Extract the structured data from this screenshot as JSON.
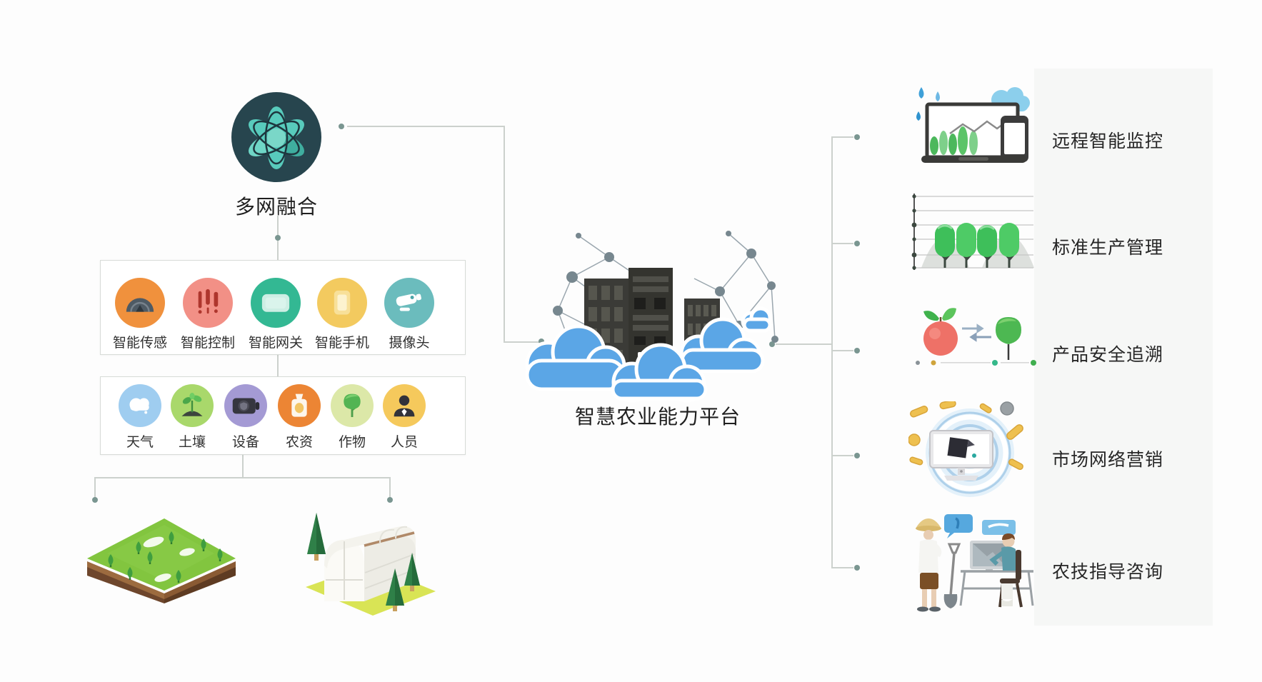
{
  "fusion": {
    "label": "多网融合"
  },
  "platform": {
    "label": "智慧农业能力平台"
  },
  "device_box": {
    "items": [
      {
        "label": "智能传感",
        "icon": "gauge-icon",
        "color": "#f0913d"
      },
      {
        "label": "智能控制",
        "icon": "control-sliders-icon",
        "color": "#f29086"
      },
      {
        "label": "智能网关",
        "icon": "gateway-icon",
        "color": "#33b893"
      },
      {
        "label": "智能手机",
        "icon": "smartphone-icon",
        "color": "#f3ca5f"
      },
      {
        "label": "摄像头",
        "icon": "cctv-camera-icon",
        "color": "#6bbcbd"
      }
    ]
  },
  "data_box": {
    "items": [
      {
        "label": "天气",
        "icon": "weather-cloud-icon",
        "color": "#9fcdf0"
      },
      {
        "label": "土壤",
        "icon": "soil-sprout-icon",
        "color": "#a9d86b"
      },
      {
        "label": "设备",
        "icon": "equipment-case-icon",
        "color": "#a49ad4"
      },
      {
        "label": "农资",
        "icon": "supplies-bag-icon",
        "color": "#ec8534"
      },
      {
        "label": "作物",
        "icon": "crop-tree-icon",
        "color": "#dce8a8"
      },
      {
        "label": "人员",
        "icon": "person-icon",
        "color": "#f5c95c"
      }
    ]
  },
  "scenes": [
    {
      "icon": "farm-field-illustration"
    },
    {
      "icon": "greenhouse-illustration"
    }
  ],
  "outputs": [
    {
      "label": "远程智能监控",
      "icon": "remote-monitoring-illustration"
    },
    {
      "label": "标准生产管理",
      "icon": "production-management-illustration"
    },
    {
      "label": "产品安全追溯",
      "icon": "safety-trace-illustration"
    },
    {
      "label": "市场网络营销",
      "icon": "network-marketing-illustration"
    },
    {
      "label": "农技指导咨询",
      "icon": "tech-consulting-illustration"
    }
  ],
  "colors": {
    "fusion_bg": "#27454e",
    "fusion_atom": "#58cbbc",
    "cloud_blue": "#5ba6e6",
    "building_dark": "#3b3b37",
    "connector_line": "#ccd1cd",
    "connector_dot": "#7a9691",
    "panel_bg": "#f6f7f6"
  }
}
